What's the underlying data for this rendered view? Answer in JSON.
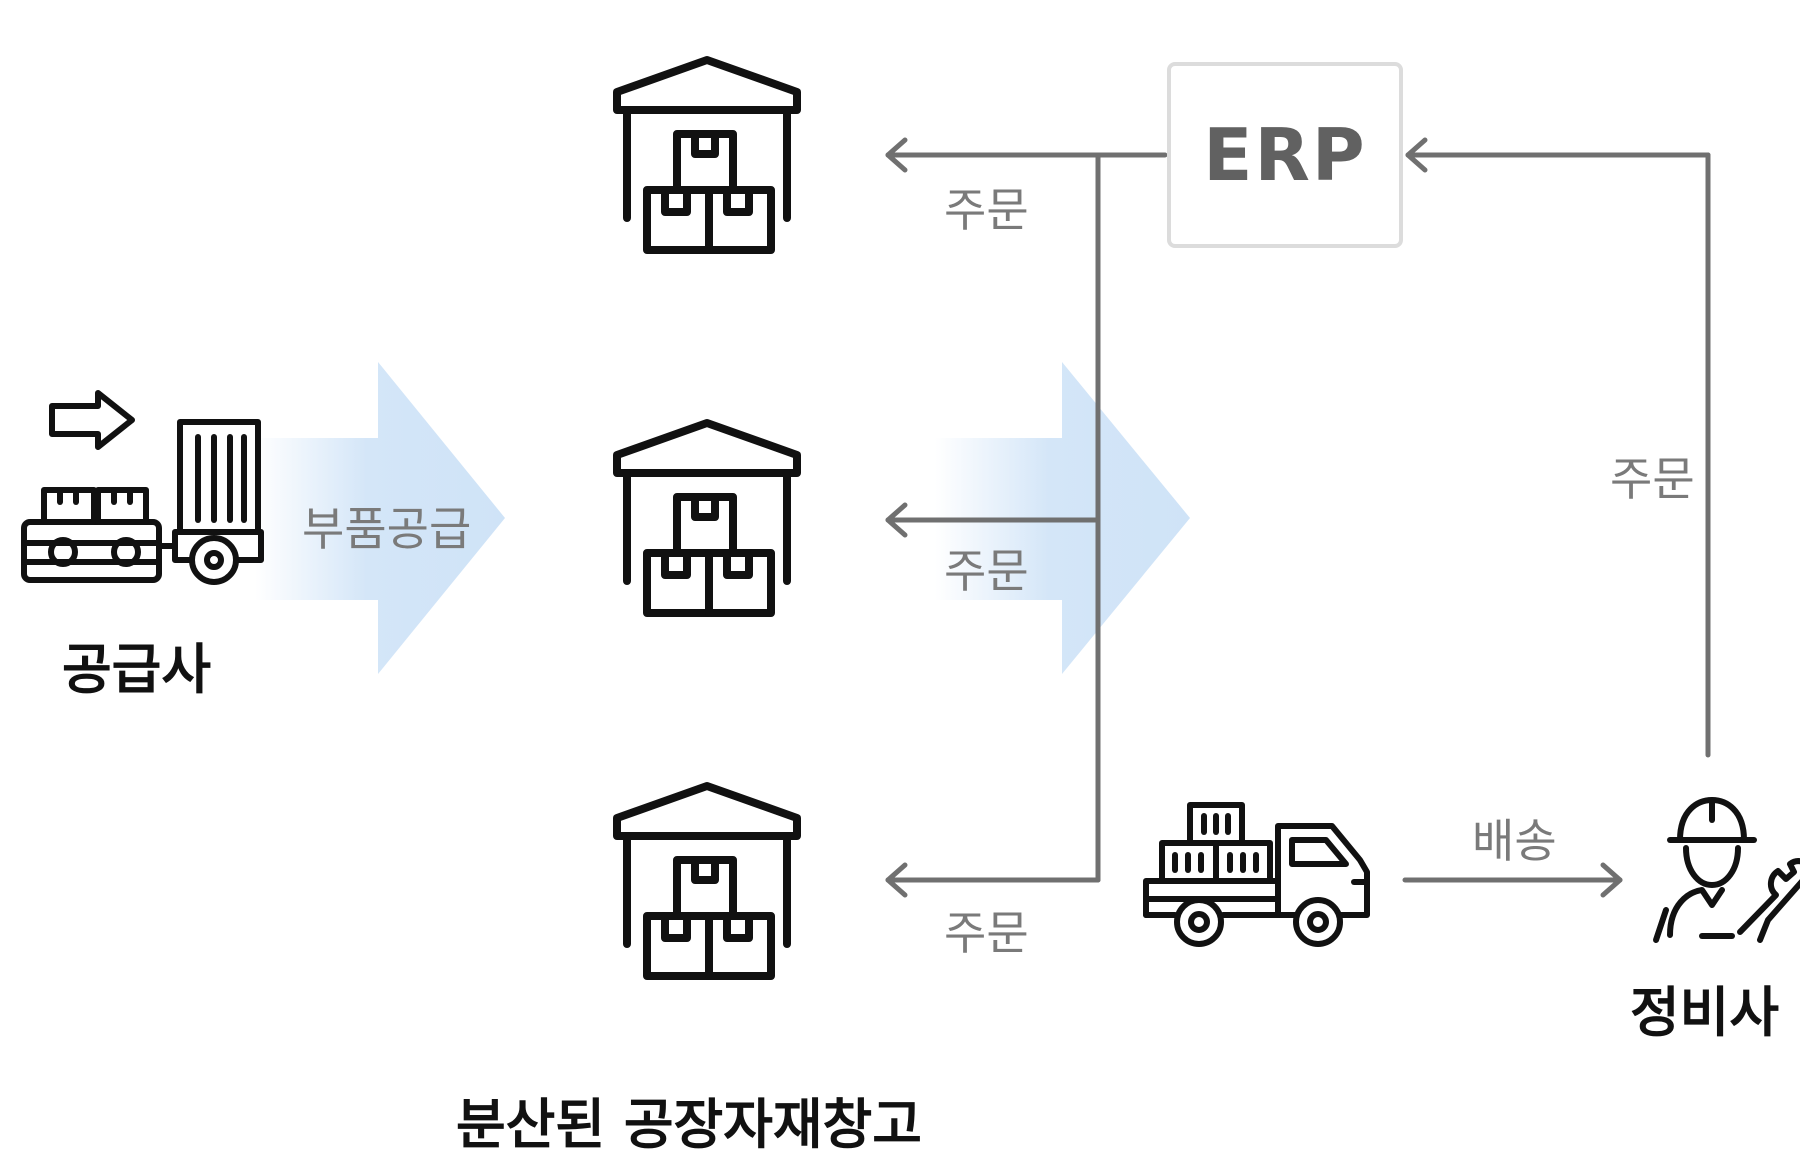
{
  "supplier": {
    "label": "공급사"
  },
  "supply_flow": {
    "label": "부품공급"
  },
  "warehouses": {
    "label": "분산된 공장자재창고",
    "orders": [
      "주문",
      "주문",
      "주문"
    ]
  },
  "erp": {
    "label": "ERP"
  },
  "mechanic": {
    "label": "정비사",
    "order": "주문"
  },
  "delivery": {
    "label": "배송"
  },
  "colors": {
    "arrow_gray": "#707070",
    "gradient_blue": "#cfe3f7",
    "icon_black": "#111111",
    "erp_border": "#dcdcdc"
  },
  "icons": [
    "forklift-icon",
    "warehouse-icon",
    "delivery-truck-icon",
    "mechanic-icon",
    "right-arrow-icon"
  ]
}
